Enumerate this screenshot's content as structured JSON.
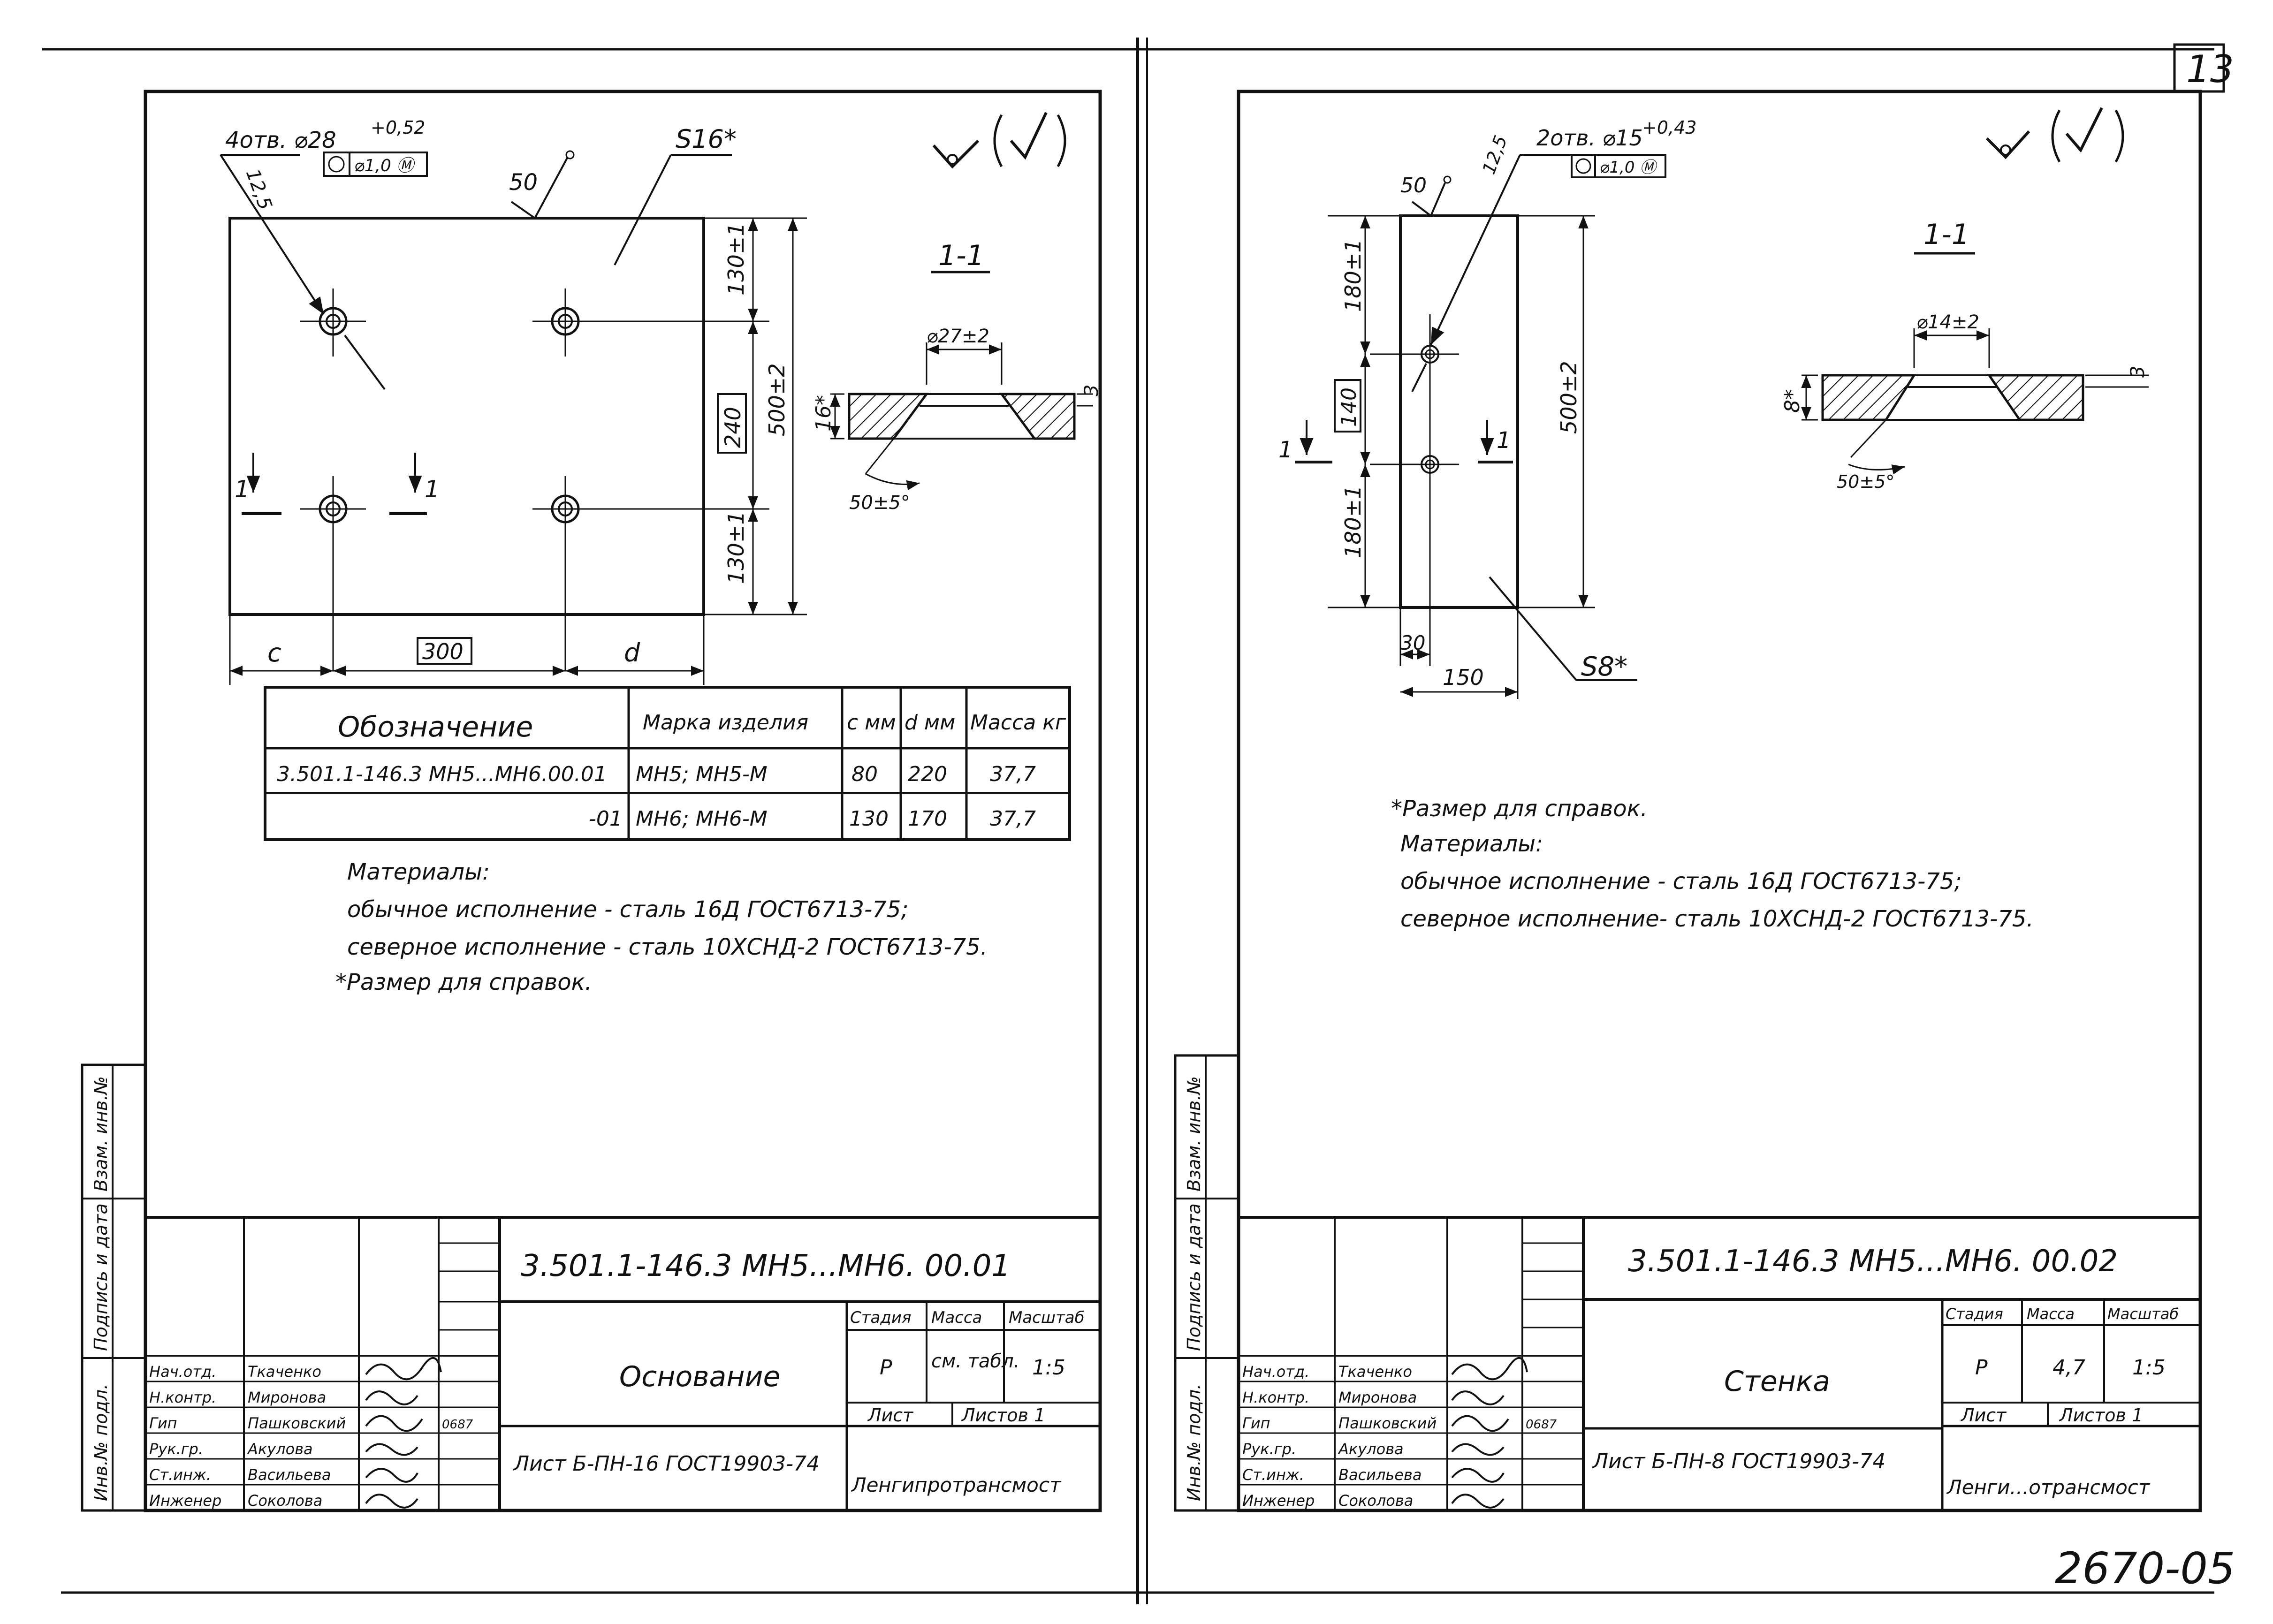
{
  "sheet_number": "13",
  "archive_number": "2670-05",
  "left_sheet": {
    "holes_note": "4отв. ⌀28",
    "holes_tolerance": "+0,52",
    "holes_position": "⌀1,0 Ⓜ",
    "roughness_12_5": "12,5",
    "roughness_50": "50",
    "thickness": "S16*",
    "section_label": "1-1",
    "section_mark_left": "1",
    "section_mark_right": "1",
    "dim_130_top": "130±1",
    "dim_240": "240",
    "dim_500": "500±2",
    "dim_130_bottom": "130±1",
    "dim_c": "c",
    "dim_300": "300",
    "dim_d": "d",
    "sec_dia": "⌀27±2",
    "sec_thick": "16*",
    "sec_depth": "3",
    "sec_angle": "50±5°",
    "table": {
      "headers": [
        "Обозначение",
        "Марка изделия",
        "c мм",
        "d мм",
        "Масса кг"
      ],
      "rows": [
        [
          "3.501.1-146.3   МН5...МН6.00.01",
          "МН5; МН5-М",
          "80",
          "220",
          "37,7"
        ],
        [
          "-01",
          "МН6; МН6-М",
          "130",
          "170",
          "37,7"
        ]
      ]
    },
    "notes": [
      "Материалы:",
      "обычное исполнение - сталь 16Д  ГОСТ6713-75;",
      "северное исполнение - сталь 10ХСНД-2 ГОСТ6713-75.",
      "*Размер  для справок."
    ],
    "title_block": {
      "designation": "3.501.1-146.3    МН5...МН6. 00.01",
      "name": "Основание",
      "material": "Лист Б-ПН-16  ГОСТ19903-74",
      "headers": [
        "Стадия",
        "Масса",
        "Масштаб"
      ],
      "stage": "Р",
      "mass": "см. табл.",
      "scale": "1:5",
      "sheet_label": "Лист",
      "sheets_label": "Листов 1",
      "organization": "Ленгипротрансмост",
      "code": "0687",
      "people": [
        [
          "Нач.отд.",
          "Ткаченко"
        ],
        [
          "Н.контр.",
          "Миронова"
        ],
        [
          "Гип",
          "Пашковский"
        ],
        [
          "Рук.гр.",
          "Акулова"
        ],
        [
          "Ст.инж.",
          "Васильева"
        ],
        [
          "Инженер",
          "Соколова"
        ]
      ]
    }
  },
  "right_sheet": {
    "holes_note": "2отв. ⌀15",
    "holes_tolerance": "+0,43",
    "holes_position": "⌀1,0 Ⓜ",
    "roughness_12_5": "12,5",
    "roughness_50": "50",
    "thickness": "S8*",
    "section_label": "1-1",
    "section_mark_left": "1",
    "section_mark_right": "1",
    "dim_180_top": "180±1",
    "dim_140": "140",
    "dim_180_bottom": "180±1",
    "dim_500": "500±2",
    "dim_30": "30",
    "dim_150": "150",
    "sec_dia": "⌀14±2",
    "sec_thick": "8*",
    "sec_depth": "3",
    "sec_angle": "50±5°",
    "notes": [
      "*Размер для  справок.",
      "Материалы:",
      "обычное  исполнение - сталь 16Д  ГОСТ6713-75;",
      "северное  исполнение- сталь 10ХСНД-2 ГОСТ6713-75."
    ],
    "title_block": {
      "designation": "3.501.1-146.3    МН5...МН6. 00.02",
      "name": "Стенка",
      "material": "Лист Б-ПН-8  ГОСТ19903-74",
      "headers": [
        "Стадия",
        "Масса",
        "Масштаб"
      ],
      "stage": "Р",
      "mass": "4,7",
      "scale": "1:5",
      "sheet_label": "Лист",
      "sheets_label": "Листов 1",
      "organization": "Ленги...отрансмост",
      "code": "0687",
      "people": [
        [
          "Нач.отд.",
          "Ткаченко"
        ],
        [
          "Н.контр.",
          "Миронова"
        ],
        [
          "Гип",
          "Пашковский"
        ],
        [
          "Рук.гр.",
          "Акулова"
        ],
        [
          "Ст.инж.",
          "Васильева"
        ],
        [
          "Инженер",
          "Соколова"
        ]
      ]
    }
  },
  "side_stamps": [
    "Инв.№ подл.",
    "Подпись и дата",
    "Взам. инв.№"
  ]
}
